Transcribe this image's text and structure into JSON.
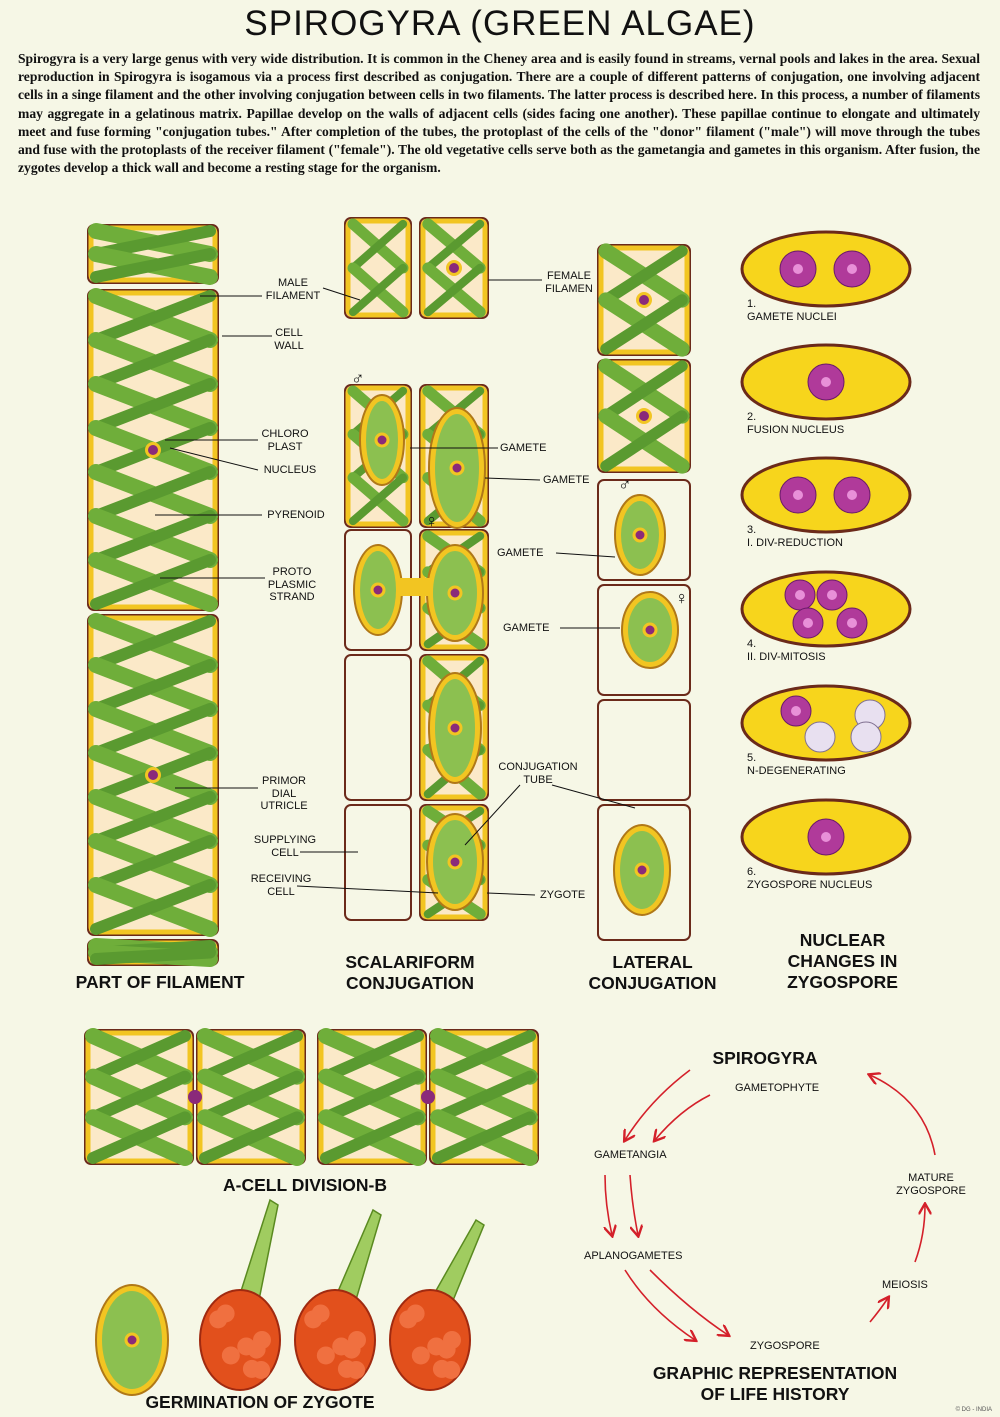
{
  "title": "SPIROGYRA (GREEN ALGAE)",
  "intro": "Spirogyra is a very large genus with very wide distribution. It is common in the Cheney area and is easily found in streams, vernal pools and lakes in the area. Sexual reproduction in Spirogyra is isogamous via a process first described as conjugation. There are a couple of different patterns of conjugation, one involving adjacent cells in a singe filament and the other involving conjugation between cells in two filaments. The latter process is described here. In this process, a number of filaments may aggregate in a gelatinous matrix. Papillae develop on the walls of adjacent cells (sides facing one another). These papillae continue to elongate and ultimately meet and fuse forming \"conjugation tubes.\" After completion of the tubes, the protoplast of the cells of the \"donor\" filament (\"male\") will move through the tubes and fuse with the protoplasts of the receiver filament (\"female\"). The old vegetative cells serve both as the gametangia and gametes in this organism. After fusion, the zygotes develop a thick wall and become a resting stage for the organism.",
  "labels": {
    "male_filament": "MALE\nFILAMENT",
    "cell_wall": "CELL\nWALL",
    "chloroplast": "CHLORO\nPLAST",
    "nucleus": "NUCLEUS",
    "pyrenoid": "PYRENOID",
    "protoplasmic_strand": "PROTO\nPLASMIC\nSTRAND",
    "primordial_utricle": "PRIMOR\nDIAL\nUTRICLE",
    "supplying_cell": "SUPPLYING\nCELL",
    "receiving_cell": "RECEIVING\nCELL",
    "female_filament": "FEMALE\nFILAMEN",
    "gamete_1": "GAMETE",
    "gamete_2": "GAMETE",
    "gamete_3": "GAMETE",
    "gamete_4": "GAMETE",
    "conjugation_tube": "CONJUGATION\nTUBE",
    "zygote": "ZYGOTE",
    "male_symbol": "♂",
    "female_symbol": "♀",
    "male_symbol_lateral": "♂",
    "female_symbol_lateral": "♀"
  },
  "headings": {
    "part_of_filament": "PART OF FILAMENT",
    "scalariform": "SCALARIFORM\nCONJUGATION",
    "lateral": "LATERAL\nCONJUGATION",
    "nuclear_changes": "NUCLEAR\nCHANGES IN\nZYGOSPORE",
    "cell_division": "A-CELL DIVISION-B",
    "germination": "GERMINATION OF ZYGOTE",
    "life_history": "GRAPHIC REPRESENTATION\nOF LIFE HISTORY"
  },
  "zygospore_stages": [
    {
      "label": "1.\nGAMETE NUCLEI",
      "nuclei": 2
    },
    {
      "label": "2.\nFUSION NUCLEUS",
      "nuclei": 1
    },
    {
      "label": "3.\nI. DIV-REDUCTION",
      "nuclei": 2
    },
    {
      "label": "4.\nII. DIV-MITOSIS",
      "nuclei": 4
    },
    {
      "label": "5.\nN-DEGENERATING",
      "nuclei": 4
    },
    {
      "label": "6.\nZYGOSPORE NUCLEUS",
      "nuclei": 1
    }
  ],
  "life_cycle": {
    "spirogyra": "SPIROGYRA",
    "gametophyte": "GAMETOPHYTE",
    "gametangia": "GAMETANGIA",
    "aplanogametes": "APLANOGAMETES",
    "zygospore": "ZYGOSPORE",
    "meiosis": "MEIOSIS",
    "mature_zygospore": "MATURE\nZYGOSPORE"
  },
  "copyright": "© DG - INDIA",
  "colors": {
    "background": "#f6f7e6",
    "cell_yellow": "#f2c522",
    "chloroplast_green": "#6fae3a",
    "wall_brown": "#6b2a1a",
    "nucleus_purple": "#8a2a7a",
    "arrow_red": "#d4202a",
    "zygote_red": "#e2501c"
  }
}
